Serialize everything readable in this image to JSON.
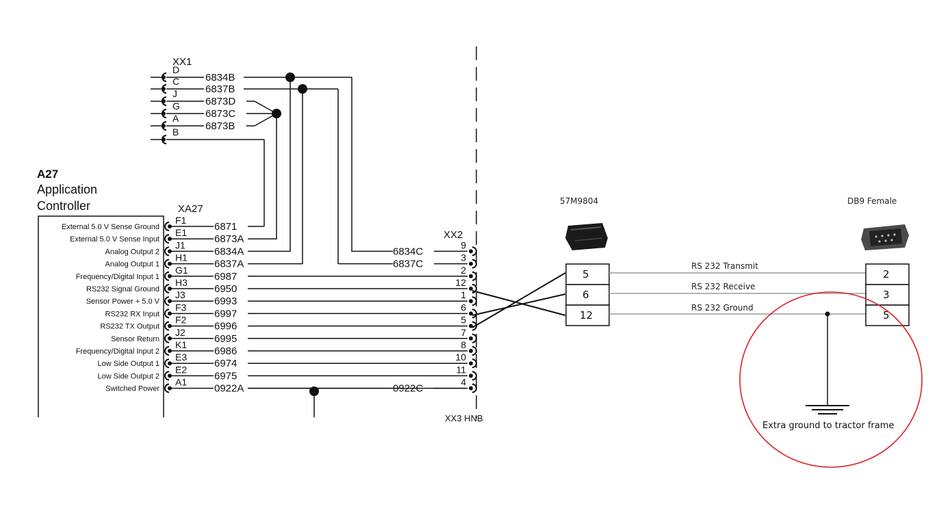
{
  "xx1": {
    "title": "XX1",
    "pins": [
      {
        "pin": "D",
        "wire": "6834B"
      },
      {
        "pin": "C",
        "wire": "6837B"
      },
      {
        "pin": "J",
        "wire": "6873D"
      },
      {
        "pin": "G",
        "wire": "6873C"
      },
      {
        "pin": "A",
        "wire": "6873B"
      },
      {
        "pin": "B",
        "wire": ""
      }
    ]
  },
  "controller": {
    "id": "A27",
    "name_line1": "Application",
    "name_line2": "Controller",
    "connector": "XA27",
    "rows": [
      {
        "label": "External 5.0 V Sense Ground",
        "pin": "F1",
        "wire": "6871",
        "xx2_wire": "",
        "xx2_pin": ""
      },
      {
        "label": "External 5.0 V Sense Input",
        "pin": "E1",
        "wire": "6873A",
        "xx2_wire": "",
        "xx2_pin": ""
      },
      {
        "label": "Analog Output 2",
        "pin": "J1",
        "wire": "6834A",
        "xx2_wire": "6834C",
        "xx2_pin": "9"
      },
      {
        "label": "Analog Output 1",
        "pin": "H1",
        "wire": "6837A",
        "xx2_wire": "6837C",
        "xx2_pin": "3"
      },
      {
        "label": "Frequency/Digital Input 1",
        "pin": "G1",
        "wire": "6987",
        "xx2_wire": "",
        "xx2_pin": "2"
      },
      {
        "label": "RS232 Signal Ground",
        "pin": "H3",
        "wire": "6950",
        "xx2_wire": "",
        "xx2_pin": "12"
      },
      {
        "label": "Sensor Power + 5.0 V",
        "pin": "J3",
        "wire": "6993",
        "xx2_wire": "",
        "xx2_pin": "1"
      },
      {
        "label": "RS232 RX Input",
        "pin": "F3",
        "wire": "6997",
        "xx2_wire": "",
        "xx2_pin": "6"
      },
      {
        "label": "RS232 TX Output",
        "pin": "F2",
        "wire": "6996",
        "xx2_wire": "",
        "xx2_pin": "5"
      },
      {
        "label": "Sensor Return",
        "pin": "J2",
        "wire": "6995",
        "xx2_wire": "",
        "xx2_pin": "7"
      },
      {
        "label": "Frequency/Digital Input 2",
        "pin": "K1",
        "wire": "6986",
        "xx2_wire": "",
        "xx2_pin": "8"
      },
      {
        "label": "Low Side Output 1",
        "pin": "E3",
        "wire": "6974",
        "xx2_wire": "",
        "xx2_pin": "10"
      },
      {
        "label": "Low Side Output 2",
        "pin": "E2",
        "wire": "6975",
        "xx2_wire": "",
        "xx2_pin": "11"
      },
      {
        "label": "Switched Power",
        "pin": "A1",
        "wire": "0922A",
        "xx2_wire": "0922C",
        "xx2_pin": "4"
      }
    ]
  },
  "xx2": {
    "title": "XX2",
    "clipped_label": "XX3   HNB"
  },
  "connector_left": {
    "part": "57M9804",
    "pins": [
      "5",
      "6",
      "12"
    ]
  },
  "connector_right": {
    "part": "DB9 Female",
    "pins": [
      "2",
      "3",
      "5"
    ]
  },
  "signals": [
    "RS 232 Transmit",
    "RS 232 Receive",
    "RS 232 Ground"
  ],
  "annotation": {
    "text": "Extra ground to tractor frame",
    "color": "#e0202a"
  },
  "colors": {
    "line": "#111111",
    "thin_line": "#9a9a9a",
    "highlight": "#e0202a"
  }
}
